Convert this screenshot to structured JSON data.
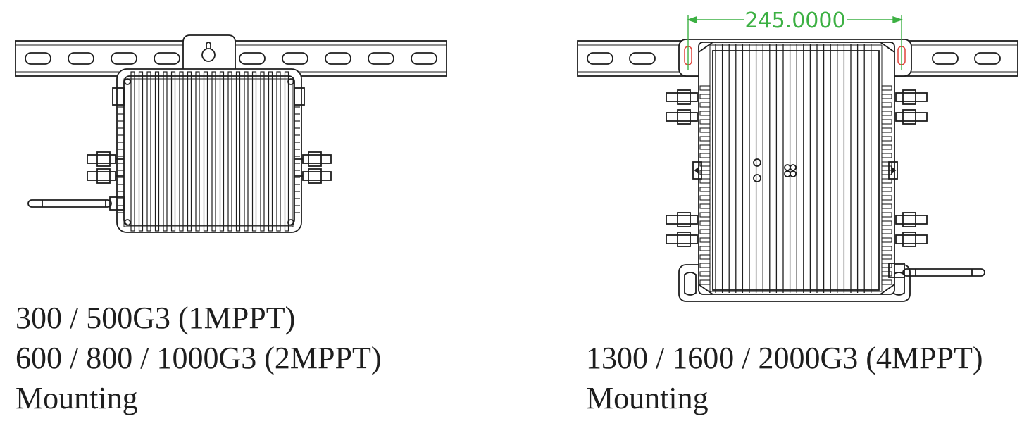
{
  "left_unit": {
    "caption": [
      "300 / 500G3 (1MPPT)",
      "600 / 800 / 1000G3 (2MPPT)",
      "Mounting"
    ]
  },
  "right_unit": {
    "dimension": "245.0000",
    "caption": [
      "1300 / 1600 / 2000G3 (4MPPT)",
      "Mounting"
    ]
  },
  "colors": {
    "line": "#1e1e1e",
    "dimension": "#3cb043",
    "slot_highlight": "#e0443c"
  }
}
